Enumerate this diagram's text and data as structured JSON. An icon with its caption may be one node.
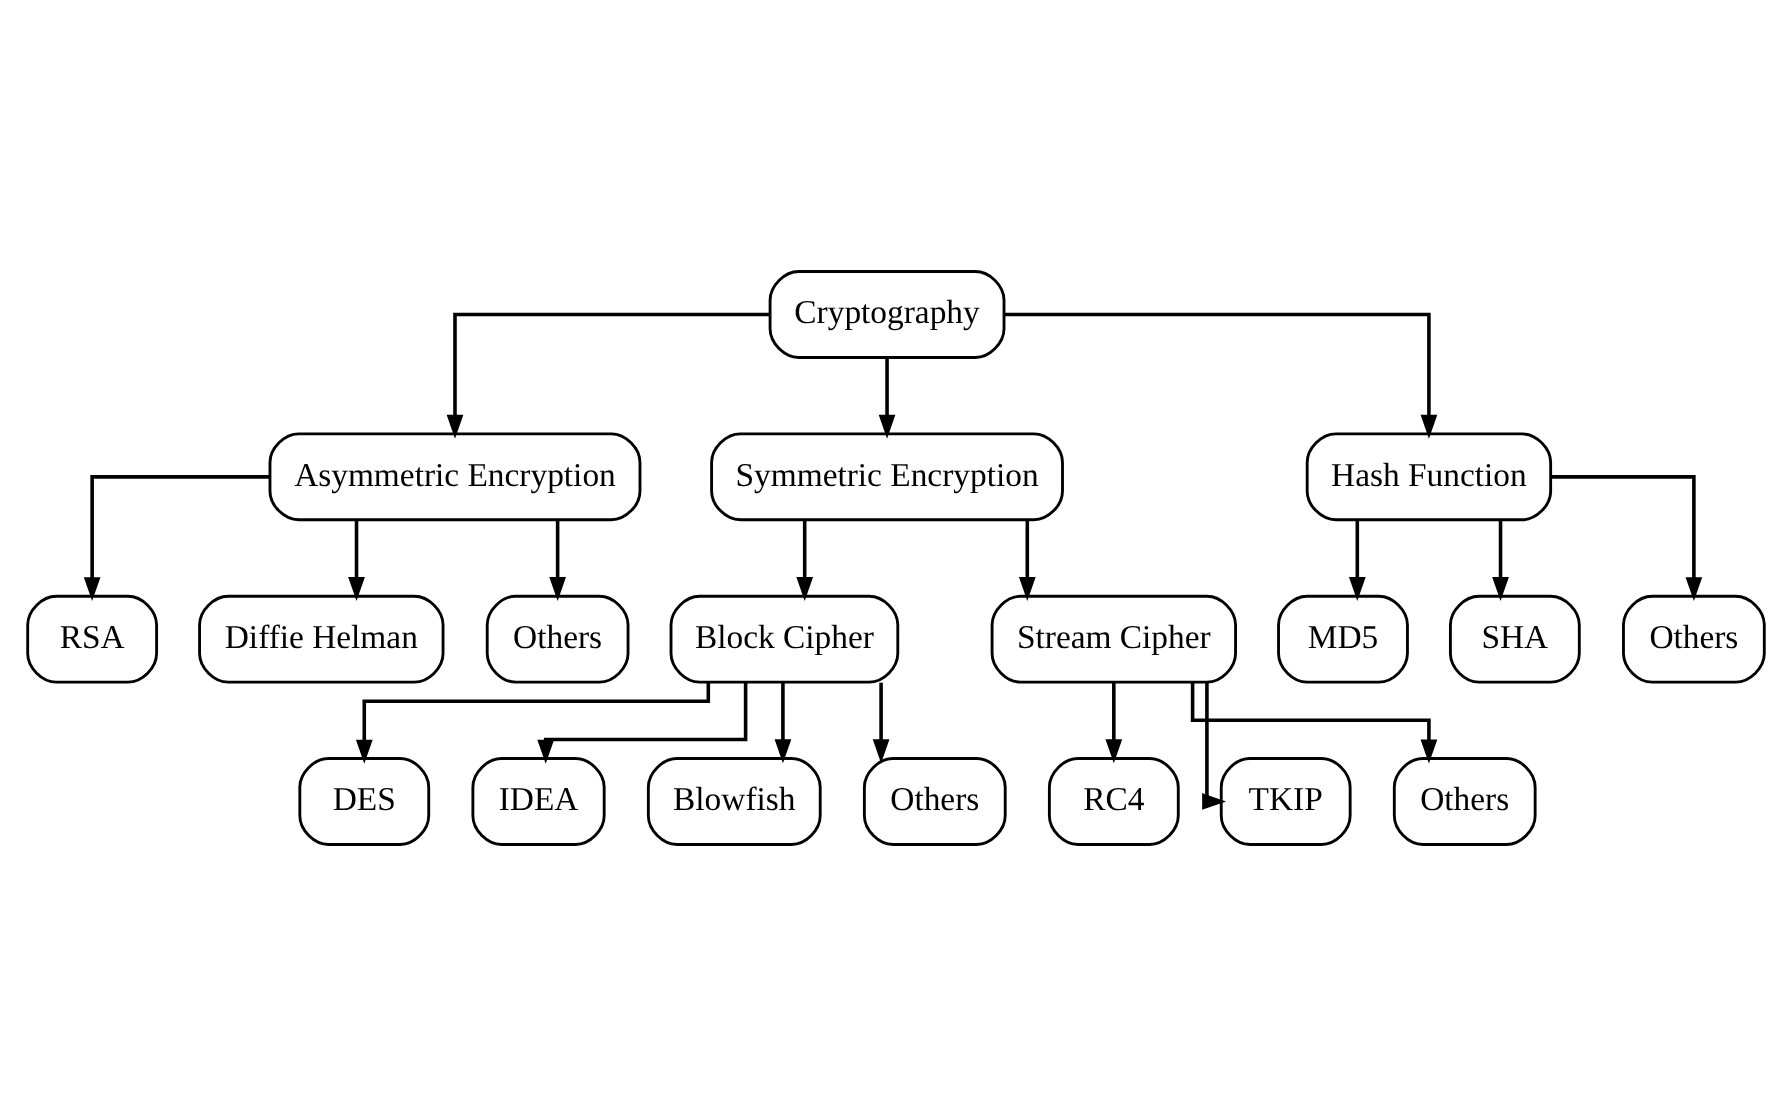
{
  "diagram": {
    "nodes": [
      {
        "text": [
          "Cryptography"
        ]
      },
      {
        "text": [
          "Asymmetric Encryption"
        ]
      },
      {
        "text": [
          "Symmetric Encryption"
        ]
      },
      {
        "text": [
          "Hash Function"
        ]
      },
      {
        "text": [
          "RSA"
        ]
      },
      {
        "text": [
          "Diffie Helman"
        ]
      },
      {
        "text": [
          "Others"
        ]
      },
      {
        "text": [
          "MD5"
        ]
      },
      {
        "text": [
          "SHA"
        ]
      },
      {
        "text": [
          "Others"
        ]
      },
      {
        "text": [
          "Block Cipher"
        ]
      },
      {
        "text": [
          "Stream Cipher"
        ]
      },
      {
        "text": [
          "DES"
        ]
      },
      {
        "text": [
          "IDEA"
        ]
      },
      {
        "text": [
          "Blowfish"
        ]
      },
      {
        "text": [
          "Others"
        ]
      },
      {
        "text": [
          "RC4"
        ]
      },
      {
        "text": [
          "TKIP"
        ]
      },
      {
        "text": [
          "Others"
        ]
      }
    ],
    "edges": [
      {
        "from": 0,
        "to": 1,
        "arrow": "to"
      },
      {
        "from": 0,
        "to": 2,
        "arrow": "to"
      },
      {
        "from": 0,
        "to": 3,
        "arrow": "to"
      },
      {
        "from": 1,
        "to": 4,
        "arrow": "to"
      },
      {
        "from": 1,
        "to": 5,
        "arrow": "to"
      },
      {
        "from": 1,
        "to": 6,
        "arrow": "to"
      },
      {
        "from": 3,
        "to": 7,
        "arrow": "to"
      },
      {
        "from": 3,
        "to": 8,
        "arrow": "to"
      },
      {
        "from": 3,
        "to": 9,
        "arrow": "to"
      },
      {
        "from": 2,
        "to": 10,
        "arrow": "to"
      },
      {
        "from": 2,
        "to": 11,
        "arrow": "to"
      },
      {
        "from": 10,
        "to": 12,
        "arrow": "to"
      },
      {
        "from": 10,
        "to": 13,
        "arrow": "to"
      },
      {
        "from": 10,
        "to": 14,
        "arrow": "to"
      },
      {
        "from": 10,
        "to": 15,
        "arrow": "to"
      },
      {
        "from": 11,
        "to": 16,
        "arrow": "to"
      },
      {
        "from": 11,
        "to": 17,
        "arrow": "to"
      },
      {
        "from": 11,
        "to": 18,
        "arrow": "to"
      }
    ]
  }
}
